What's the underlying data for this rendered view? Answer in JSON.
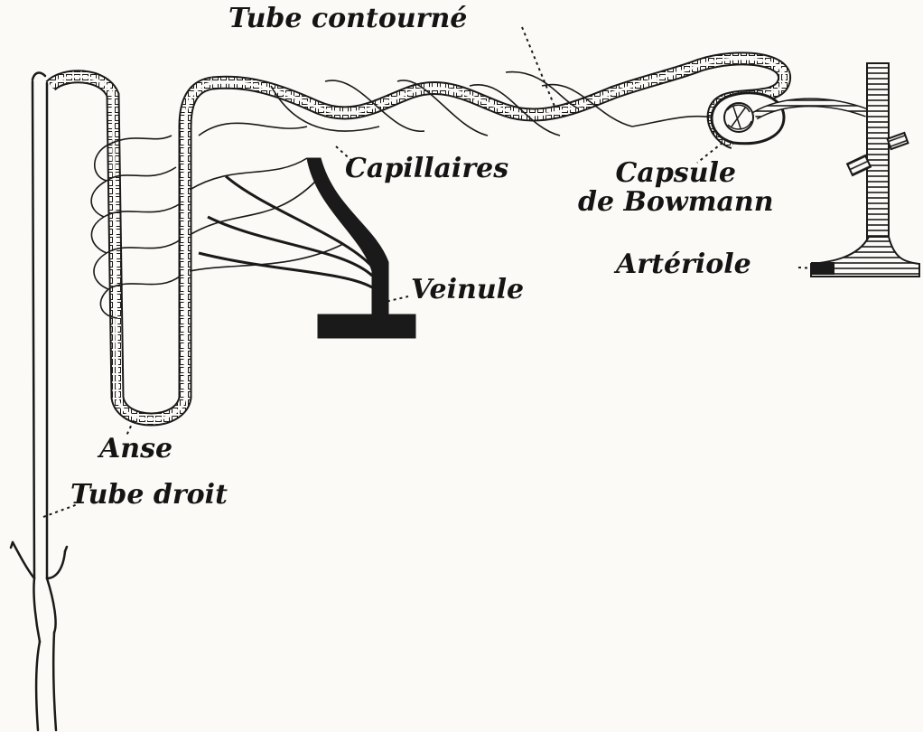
{
  "diagram": {
    "labels": {
      "tube_contourne": "Tube contourné",
      "capillaires": "Capillaires",
      "capsule_line1": "Capsule",
      "capsule_line2": "de Bowmann",
      "arteriole": "Artériole",
      "veinule": "Veinule",
      "anse": "Anse",
      "tube_droit": "Tube droit"
    }
  }
}
